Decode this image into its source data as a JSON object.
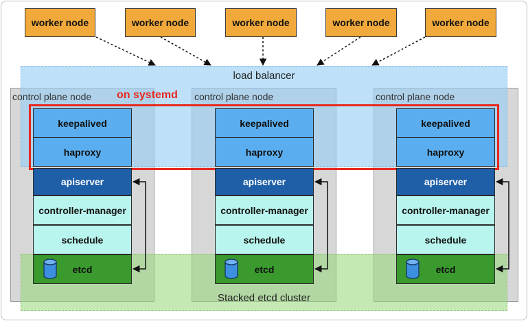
{
  "workers": [
    "worker node",
    "worker node",
    "worker node",
    "worker node",
    "worker node"
  ],
  "load_balancer": "load balancer",
  "control_plane_label": "control plane node",
  "systemd_label": "on systemd",
  "components": {
    "keepalived": "keepalived",
    "haproxy": "haproxy",
    "apiserver": "apiserver",
    "controller_manager": "controller-manager",
    "schedule": "schedule",
    "etcd": "etcd"
  },
  "etcd_cluster": "Stacked etcd cluster",
  "icons": {
    "database": "database-icon",
    "arrow": "arrow-icon"
  },
  "colors": {
    "worker": "#f0a93a",
    "keepalived": "#5aaef0",
    "apiserver": "#1f5fa8",
    "controller": "#b8f5ee",
    "etcd": "#3a9a2e",
    "systemd": "#e8281e"
  }
}
